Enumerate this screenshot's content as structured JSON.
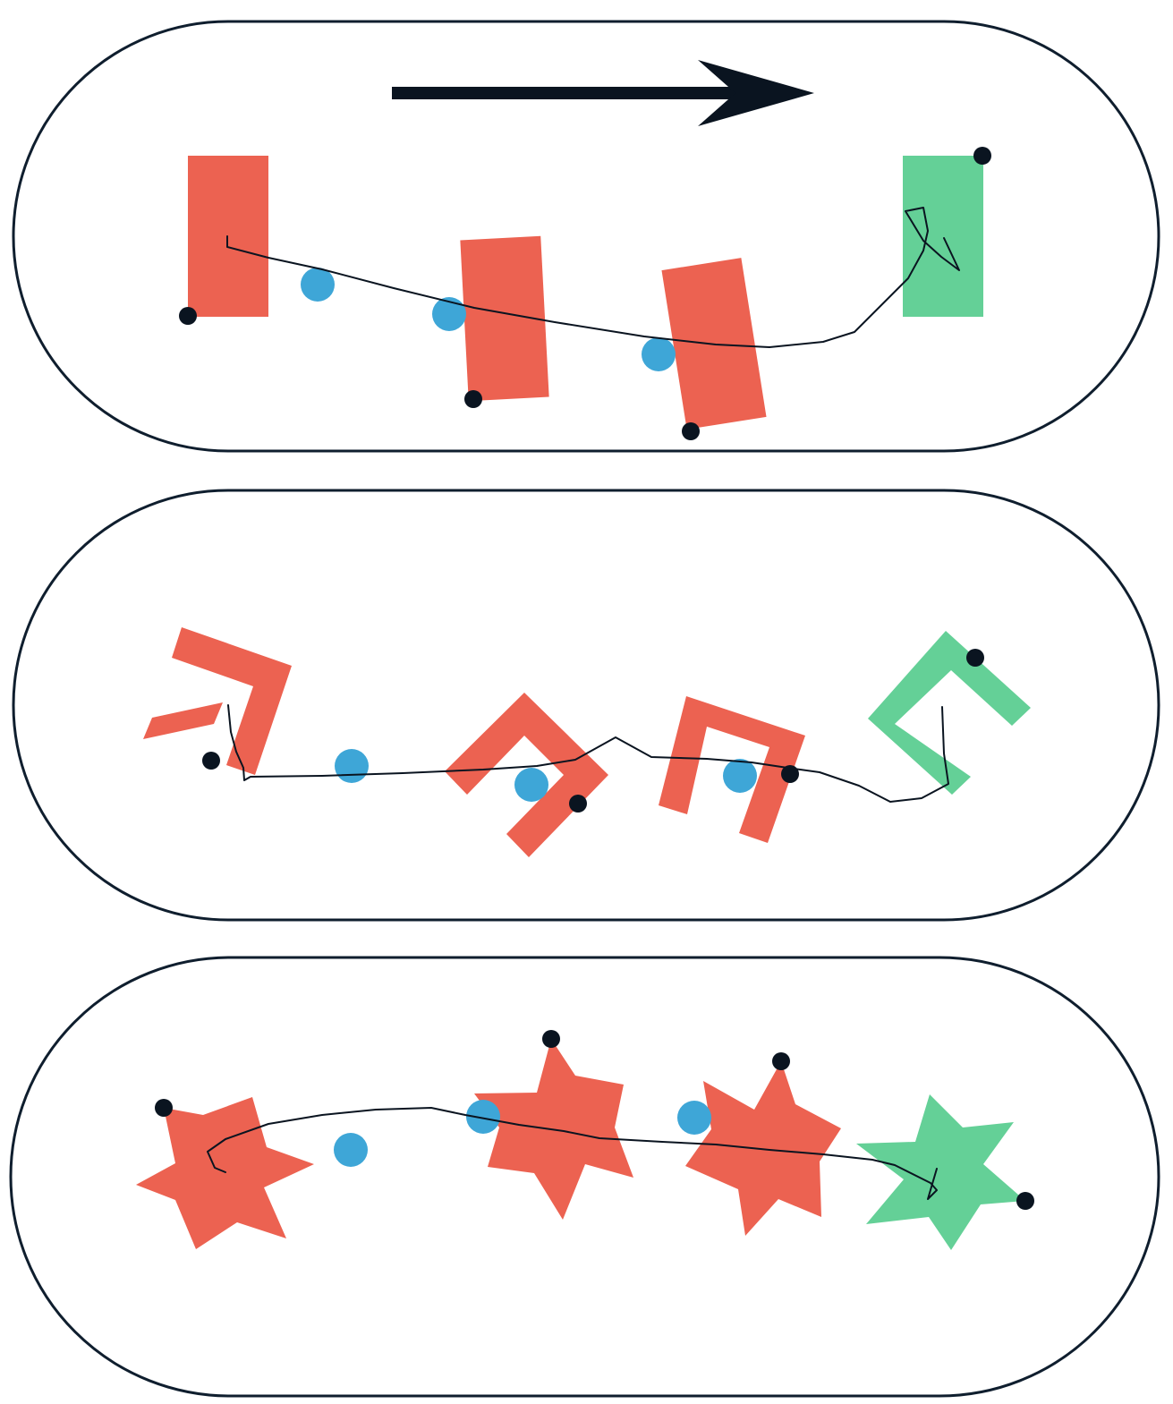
{
  "colors": {
    "background": "#ffffff",
    "outline": "#0f1e2e",
    "start_shape": "#ec6251",
    "target_shape": "#64d097",
    "ball": "#3ea6d7",
    "marker": "#0a1420",
    "trajectory": "#0a1420"
  },
  "panels": [
    {
      "name": "panel-rectangles",
      "shape_type": "rectangle",
      "has_direction_arrow": true,
      "start_shape_count": 3,
      "target_shape_count": 1,
      "ball_count": 3
    },
    {
      "name": "panel-l-shapes",
      "shape_type": "l-shape",
      "has_direction_arrow": false,
      "start_shape_count": 3,
      "target_shape_count": 1,
      "ball_count": 3
    },
    {
      "name": "panel-stars",
      "shape_type": "star",
      "has_direction_arrow": false,
      "start_shape_count": 3,
      "target_shape_count": 1,
      "ball_count": 3
    }
  ]
}
